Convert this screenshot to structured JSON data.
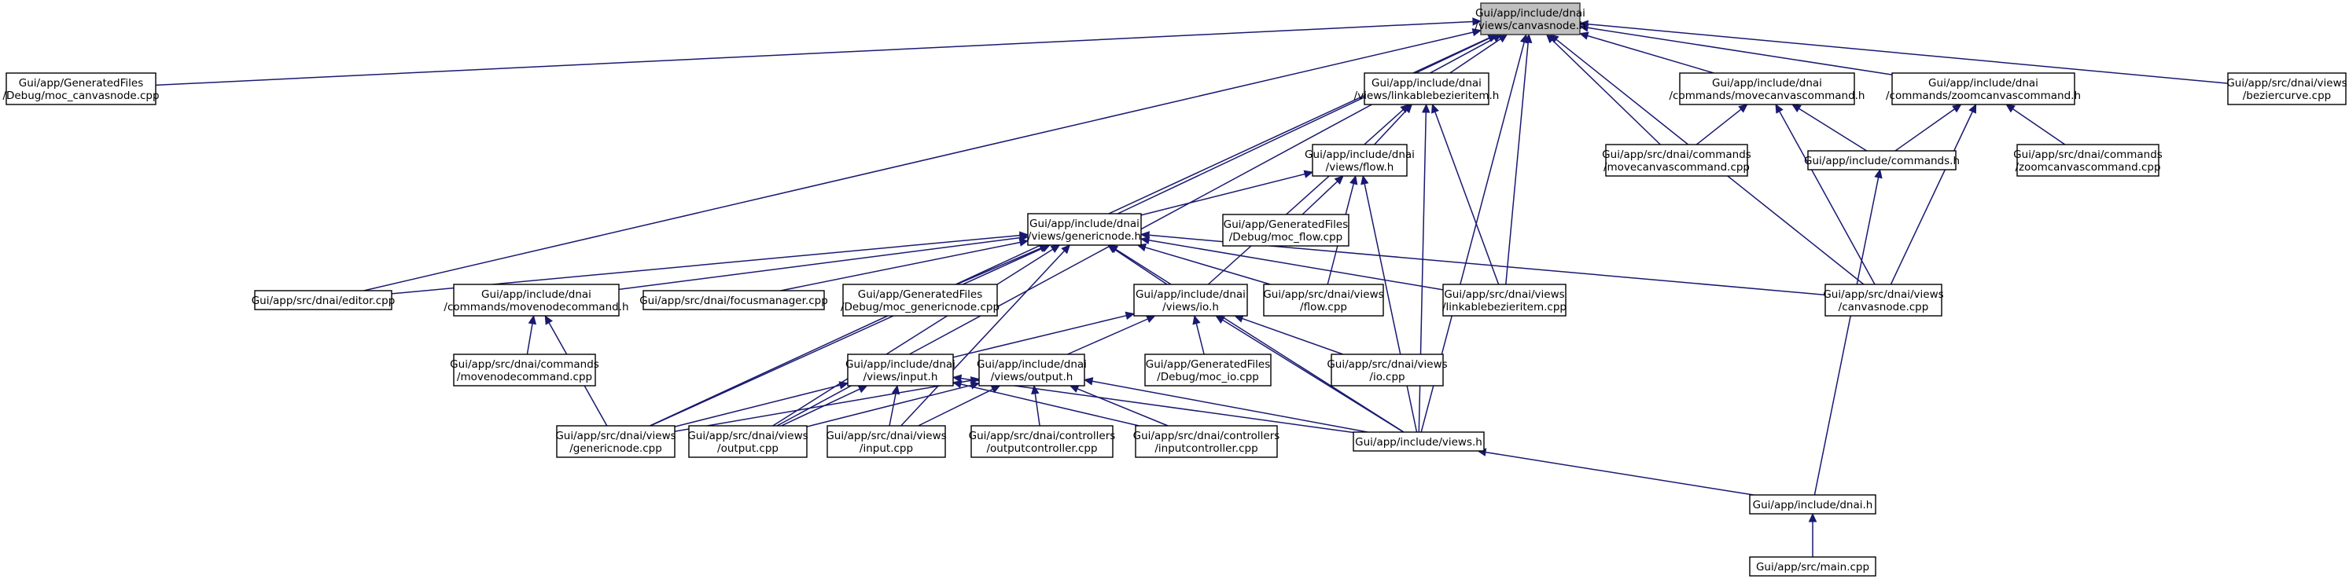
{
  "nodes": [
    {
      "id": "canvasnode_h",
      "lines": [
        "Gui/app/include/dnai",
        "/views/canvasnode.h"
      ],
      "root": true
    },
    {
      "id": "moc_canvasnode",
      "lines": [
        "Gui/app/GeneratedFiles",
        "/Debug/moc_canvasnode.cpp"
      ]
    },
    {
      "id": "linkablebezieritem_h",
      "lines": [
        "Gui/app/include/dnai",
        "/views/linkablebezieritem.h"
      ]
    },
    {
      "id": "movecanvascommand_h",
      "lines": [
        "Gui/app/include/dnai",
        "/commands/movecanvascommand.h"
      ]
    },
    {
      "id": "zoomcanvascommand_h",
      "lines": [
        "Gui/app/include/dnai",
        "/commands/zoomcanvascommand.h"
      ]
    },
    {
      "id": "beziercurve_cpp",
      "lines": [
        "Gui/app/src/dnai/views",
        "/beziercurve.cpp"
      ]
    },
    {
      "id": "flow_h",
      "lines": [
        "Gui/app/include/dnai",
        "/views/flow.h"
      ]
    },
    {
      "id": "movecanvascommand_cpp",
      "lines": [
        "Gui/app/src/dnai/commands",
        "/movecanvascommand.cpp"
      ]
    },
    {
      "id": "commands_h",
      "lines": [
        "Gui/app/include/commands.h"
      ]
    },
    {
      "id": "zoomcanvascommand_cpp",
      "lines": [
        "Gui/app/src/dnai/commands",
        "/zoomcanvascommand.cpp"
      ]
    },
    {
      "id": "genericnode_h",
      "lines": [
        "Gui/app/include/dnai",
        "/views/genericnode.h"
      ]
    },
    {
      "id": "moc_flow",
      "lines": [
        "Gui/app/GeneratedFiles",
        "/Debug/moc_flow.cpp"
      ]
    },
    {
      "id": "editor_cpp",
      "lines": [
        "Gui/app/src/dnai/editor.cpp"
      ]
    },
    {
      "id": "movenodecommand_h",
      "lines": [
        "Gui/app/include/dnai",
        "/commands/movenodecommand.h"
      ]
    },
    {
      "id": "focusmanager_cpp",
      "lines": [
        "Gui/app/src/dnai/focusmanager.cpp"
      ]
    },
    {
      "id": "moc_genericnode",
      "lines": [
        "Gui/app/GeneratedFiles",
        "/Debug/moc_genericnode.cpp"
      ]
    },
    {
      "id": "io_h",
      "lines": [
        "Gui/app/include/dnai",
        "/views/io.h"
      ]
    },
    {
      "id": "flow_cpp",
      "lines": [
        "Gui/app/src/dnai/views",
        "/flow.cpp"
      ]
    },
    {
      "id": "linkablebezieritem_cpp",
      "lines": [
        "Gui/app/src/dnai/views",
        "/linkablebezieritem.cpp"
      ]
    },
    {
      "id": "canvasnode_cpp",
      "lines": [
        "Gui/app/src/dnai/views",
        "/canvasnode.cpp"
      ]
    },
    {
      "id": "movenodecommand_cpp",
      "lines": [
        "Gui/app/src/dnai/commands",
        "/movenodecommand.cpp"
      ]
    },
    {
      "id": "input_h",
      "lines": [
        "Gui/app/include/dnai",
        "/views/input.h"
      ]
    },
    {
      "id": "output_h",
      "lines": [
        "Gui/app/include/dnai",
        "/views/output.h"
      ]
    },
    {
      "id": "moc_io",
      "lines": [
        "Gui/app/GeneratedFiles",
        "/Debug/moc_io.cpp"
      ]
    },
    {
      "id": "io_cpp",
      "lines": [
        "Gui/app/src/dnai/views",
        "/io.cpp"
      ]
    },
    {
      "id": "genericnode_cpp",
      "lines": [
        "Gui/app/src/dnai/views",
        "/genericnode.cpp"
      ]
    },
    {
      "id": "output_cpp",
      "lines": [
        "Gui/app/src/dnai/views",
        "/output.cpp"
      ]
    },
    {
      "id": "input_cpp",
      "lines": [
        "Gui/app/src/dnai/views",
        "/input.cpp"
      ]
    },
    {
      "id": "outputcontroller_cpp",
      "lines": [
        "Gui/app/src/dnai/controllers",
        "/outputcontroller.cpp"
      ]
    },
    {
      "id": "inputcontroller_cpp",
      "lines": [
        "Gui/app/src/dnai/controllers",
        "/inputcontroller.cpp"
      ]
    },
    {
      "id": "views_h",
      "lines": [
        "Gui/app/include/views.h"
      ]
    },
    {
      "id": "dnai_h",
      "lines": [
        "Gui/app/include/dnai.h"
      ]
    },
    {
      "id": "main_cpp",
      "lines": [
        "Gui/app/src/main.cpp"
      ]
    }
  ],
  "edges": [
    {
      "from": "moc_canvasnode",
      "to": "canvasnode_h"
    },
    {
      "from": "linkablebezieritem_h",
      "to": "canvasnode_h"
    },
    {
      "from": "movecanvascommand_h",
      "to": "canvasnode_h"
    },
    {
      "from": "zoomcanvascommand_h",
      "to": "canvasnode_h"
    },
    {
      "from": "beziercurve_cpp",
      "to": "canvasnode_h"
    },
    {
      "from": "genericnode_h",
      "to": "canvasnode_h"
    },
    {
      "from": "editor_cpp",
      "to": "canvasnode_h"
    },
    {
      "from": "movecanvascommand_cpp",
      "to": "canvasnode_h"
    },
    {
      "from": "linkablebezieritem_cpp",
      "to": "canvasnode_h"
    },
    {
      "from": "canvasnode_cpp",
      "to": "canvasnode_h"
    },
    {
      "from": "genericnode_cpp",
      "to": "canvasnode_h"
    },
    {
      "from": "output_cpp",
      "to": "canvasnode_h"
    },
    {
      "from": "views_h",
      "to": "canvasnode_h"
    },
    {
      "from": "flow_h",
      "to": "linkablebezieritem_h"
    },
    {
      "from": "io_h",
      "to": "linkablebezieritem_h"
    },
    {
      "from": "linkablebezieritem_cpp",
      "to": "linkablebezieritem_h"
    },
    {
      "from": "views_h",
      "to": "linkablebezieritem_h"
    },
    {
      "from": "movecanvascommand_cpp",
      "to": "movecanvascommand_h"
    },
    {
      "from": "commands_h",
      "to": "movecanvascommand_h"
    },
    {
      "from": "canvasnode_cpp",
      "to": "movecanvascommand_h"
    },
    {
      "from": "commands_h",
      "to": "zoomcanvascommand_h"
    },
    {
      "from": "zoomcanvascommand_cpp",
      "to": "zoomcanvascommand_h"
    },
    {
      "from": "canvasnode_cpp",
      "to": "zoomcanvascommand_h"
    },
    {
      "from": "genericnode_h",
      "to": "flow_h"
    },
    {
      "from": "moc_flow",
      "to": "flow_h"
    },
    {
      "from": "flow_cpp",
      "to": "flow_h"
    },
    {
      "from": "views_h",
      "to": "flow_h"
    },
    {
      "from": "dnai_h",
      "to": "commands_h"
    },
    {
      "from": "editor_cpp",
      "to": "genericnode_h"
    },
    {
      "from": "movenodecommand_h",
      "to": "genericnode_h"
    },
    {
      "from": "focusmanager_cpp",
      "to": "genericnode_h"
    },
    {
      "from": "moc_genericnode",
      "to": "genericnode_h"
    },
    {
      "from": "io_h",
      "to": "genericnode_h"
    },
    {
      "from": "flow_cpp",
      "to": "genericnode_h"
    },
    {
      "from": "linkablebezieritem_cpp",
      "to": "genericnode_h"
    },
    {
      "from": "canvasnode_cpp",
      "to": "genericnode_h"
    },
    {
      "from": "genericnode_cpp",
      "to": "genericnode_h"
    },
    {
      "from": "output_cpp",
      "to": "genericnode_h"
    },
    {
      "from": "input_cpp",
      "to": "genericnode_h"
    },
    {
      "from": "views_h",
      "to": "genericnode_h"
    },
    {
      "from": "movenodecommand_cpp",
      "to": "movenodecommand_h"
    },
    {
      "from": "genericnode_cpp",
      "to": "movenodecommand_h"
    },
    {
      "from": "input_h",
      "to": "io_h"
    },
    {
      "from": "output_h",
      "to": "io_h"
    },
    {
      "from": "moc_io",
      "to": "io_h"
    },
    {
      "from": "io_cpp",
      "to": "io_h"
    },
    {
      "from": "views_h",
      "to": "io_h"
    },
    {
      "from": "genericnode_cpp",
      "to": "input_h"
    },
    {
      "from": "output_cpp",
      "to": "input_h"
    },
    {
      "from": "input_cpp",
      "to": "input_h"
    },
    {
      "from": "inputcontroller_cpp",
      "to": "input_h"
    },
    {
      "from": "views_h",
      "to": "input_h"
    },
    {
      "from": "genericnode_cpp",
      "to": "output_h"
    },
    {
      "from": "output_cpp",
      "to": "output_h"
    },
    {
      "from": "input_cpp",
      "to": "output_h"
    },
    {
      "from": "outputcontroller_cpp",
      "to": "output_h"
    },
    {
      "from": "inputcontroller_cpp",
      "to": "output_h"
    },
    {
      "from": "views_h",
      "to": "output_h"
    },
    {
      "from": "dnai_h",
      "to": "views_h"
    },
    {
      "from": "main_cpp",
      "to": "dnai_h"
    }
  ]
}
